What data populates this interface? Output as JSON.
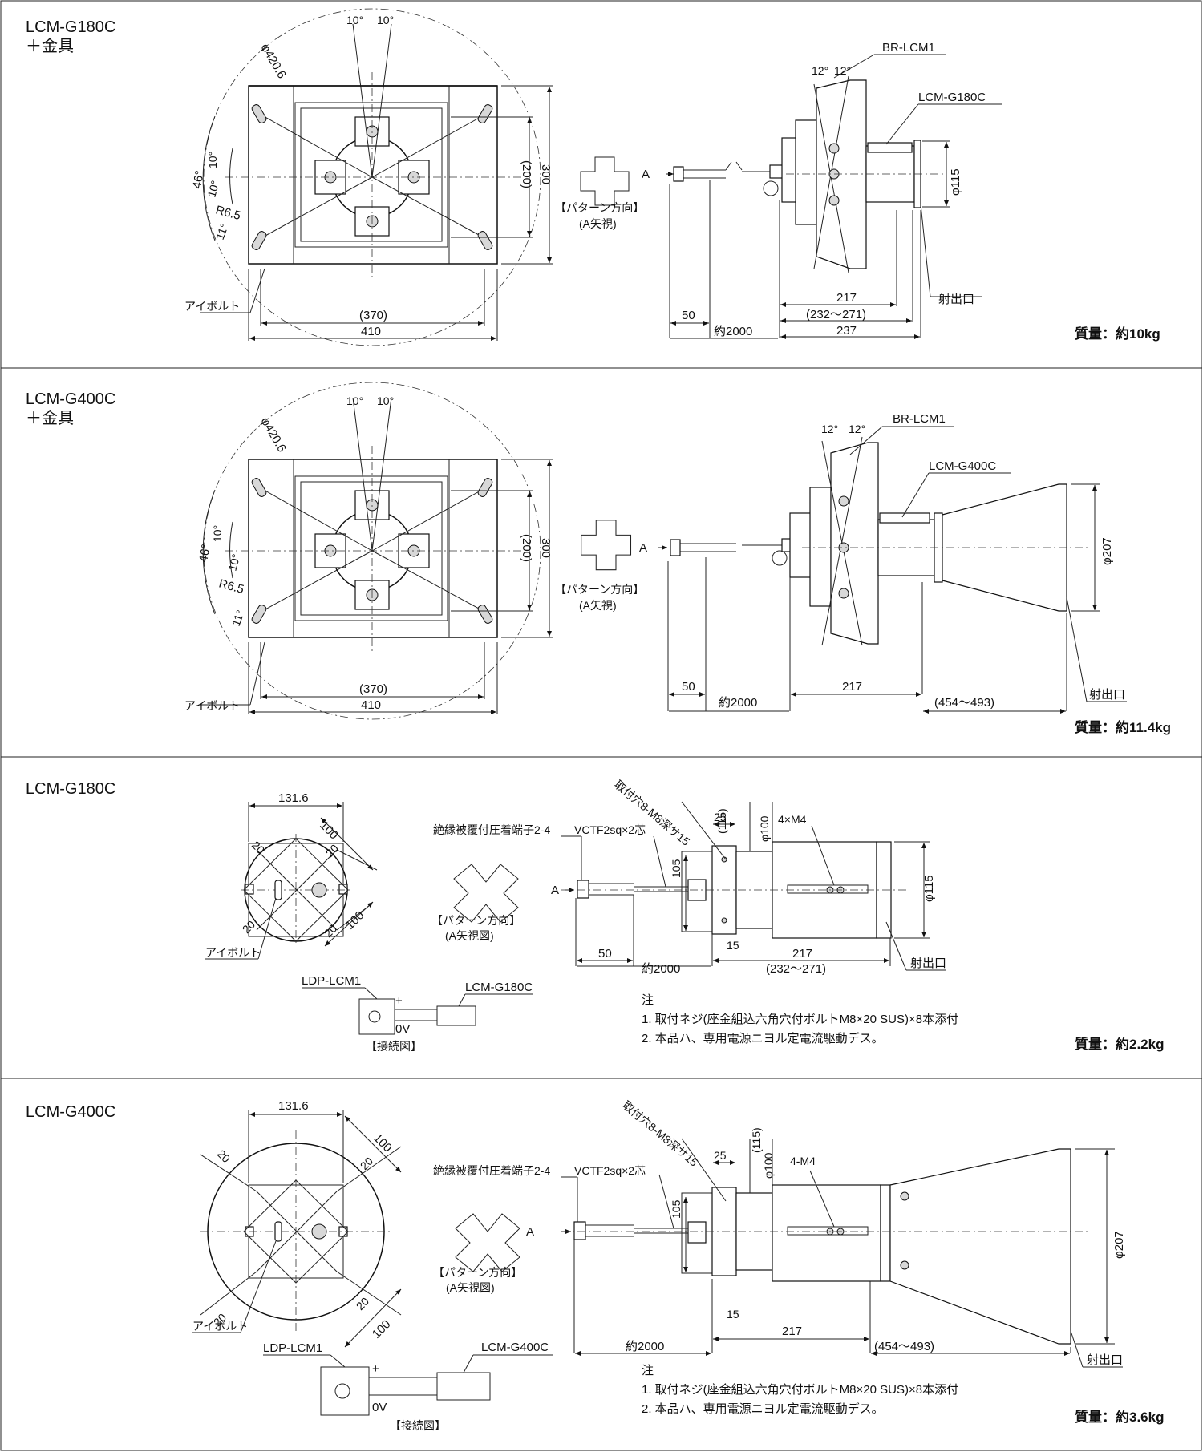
{
  "panels": [
    {
      "title": "LCM-G180C\n＋金具",
      "weight": "質量：約10kg",
      "front": {
        "dims": [
          "φ420.6",
          "10°",
          "10°",
          "10°",
          "10°",
          "46°",
          "R6.5",
          "11°",
          "(200)",
          "300",
          "(370)",
          "410"
        ],
        "eyebolt": "アイボルト"
      },
      "pattern": {
        "line1": "【パターン方向】",
        "line2": "(A矢視)"
      },
      "side": {
        "arrow": "A",
        "angles": [
          "12°",
          "12°"
        ],
        "bracket": "BR-LCM1",
        "model": "LCM-G180C",
        "dia": "φ115",
        "exit": "射出口",
        "dims": [
          "50",
          "約2000",
          "217",
          "(232〜271)",
          "237"
        ]
      }
    },
    {
      "title": "LCM-G400C\n＋金具",
      "weight": "質量：約11.4kg",
      "front": {
        "dims": [
          "φ420.6",
          "10°",
          "10°",
          "10°",
          "10°",
          "46°",
          "R6.5",
          "11°",
          "(200)",
          "300",
          "(370)",
          "410"
        ],
        "eyebolt": "アイボルト"
      },
      "pattern": {
        "line1": "【パターン方向】",
        "line2": "(A矢視)"
      },
      "side": {
        "arrow": "A",
        "angles": [
          "12°",
          "12°"
        ],
        "bracket": "BR-LCM1",
        "model": "LCM-G400C",
        "dia": "φ207",
        "exit": "射出口",
        "dims": [
          "50",
          "約2000",
          "217",
          "(454〜493)"
        ]
      }
    },
    {
      "title": "LCM-G180C",
      "weight": "質量：約2.2kg",
      "front": {
        "dims": [
          "131.6",
          "100",
          "100",
          "20",
          "20",
          "20",
          "20"
        ],
        "eyebolt": "アイボルト"
      },
      "wiring": {
        "ldp": "LDP-LCM1",
        "model": "LCM-G180C",
        "plus": "+",
        "zero": "0V",
        "caption": "【接続図】"
      },
      "pattern": {
        "line1": "【パターン方向】",
        "line2": "(A矢視図)"
      },
      "side": {
        "arrow": "A",
        "terminal": "絶縁被覆付圧着端子2-4",
        "cable": "VCTF2sq×2芯",
        "hole": "取付穴8-M8深サ15",
        "screw": "4×M4",
        "dia": "φ115",
        "exit": "射出口",
        "dims": [
          "25",
          "(115)",
          "φ100",
          "105",
          "15",
          "50",
          "約2000",
          "217",
          "(232〜271)"
        ]
      },
      "notes": [
        "注",
        "1. 取付ネジ(座金組込六角穴付ボルトM8×20 SUS)×8本添付",
        "2. 本品ハ、専用電源ニヨル定電流駆動デス。"
      ]
    },
    {
      "title": "LCM-G400C",
      "weight": "質量：約3.6kg",
      "front": {
        "dims": [
          "131.6",
          "100",
          "100",
          "20",
          "20",
          "20",
          "20"
        ],
        "eyebolt": "アイボルト"
      },
      "wiring": {
        "ldp": "LDP-LCM1",
        "model": "LCM-G400C",
        "plus": "+",
        "zero": "0V",
        "caption": "【接続図】"
      },
      "pattern": {
        "line1": "【パターン方向】",
        "line2": "(A矢視図)"
      },
      "side": {
        "arrow": "A",
        "terminal": "絶縁被覆付圧着端子2-4",
        "cable": "VCTF2sq×2芯",
        "hole": "取付穴8-M8深サ15",
        "screw": "4-M4",
        "dia": "φ207",
        "exit": "射出口",
        "dims": [
          "25",
          "(115)",
          "φ100",
          "105",
          "15",
          "約2000",
          "217",
          "(454〜493)"
        ]
      },
      "notes": [
        "注",
        "1. 取付ネジ(座金組込六角穴付ボルトM8×20 SUS)×8本添付",
        "2. 本品ハ、専用電源ニヨル定電流駆動デス。"
      ]
    }
  ]
}
